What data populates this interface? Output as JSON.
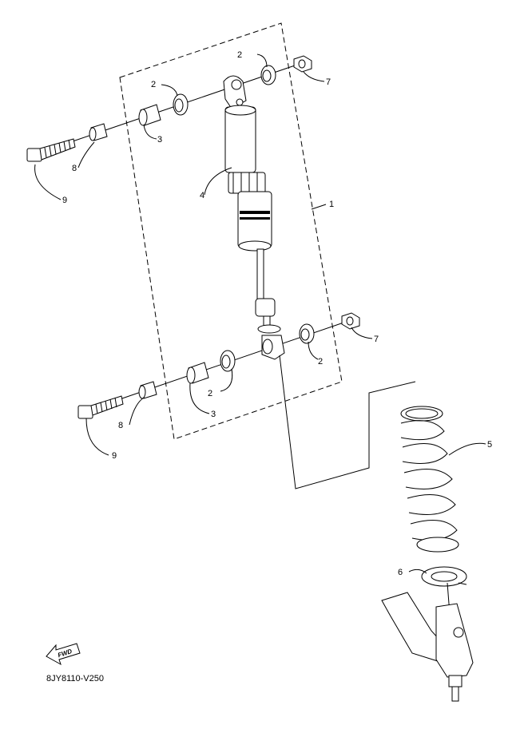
{
  "callouts": {
    "c1": "1",
    "c2a": "2",
    "c2b": "2",
    "c2c": "2",
    "c2d": "2",
    "c3a": "3",
    "c3b": "3",
    "c4": "4",
    "c5": "5",
    "c6": "6",
    "c7a": "7",
    "c7b": "7",
    "c8a": "8",
    "c8b": "8",
    "c9a": "9",
    "c9b": "9"
  },
  "fwd_label": "FWD",
  "diagram_code": "8JY8110-V250"
}
